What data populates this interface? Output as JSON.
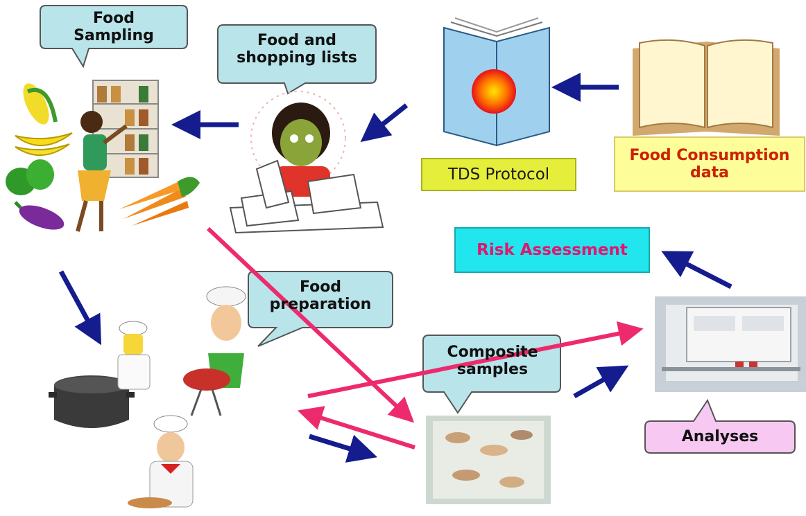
{
  "labels": {
    "food_sampling": [
      "Food",
      "Sampling"
    ],
    "shopping_lists": [
      "Food and",
      "shopping lists"
    ],
    "tds_protocol": "TDS Protocol",
    "food_consumption": [
      "Food Consumption",
      "data"
    ],
    "risk_assessment": "Risk Assessment",
    "food_preparation": [
      "Food",
      "preparation"
    ],
    "composite_samples": [
      "Composite",
      "samples"
    ],
    "analyses": "Analyses"
  },
  "colors": {
    "bubble_fill": "#b8e4ea",
    "bubble_stroke": "#555555",
    "analyses_fill": "#f6c8f2",
    "arrow_blue": "#141c8e",
    "arrow_pink": "#ee2a6e",
    "tds_fill": "#e6ee3c",
    "consumption_fill": "#fdfd9a",
    "consumption_text": "#cc2200",
    "risk_fill": "#22e6ee",
    "risk_text": "#e21570"
  },
  "icons": [
    "vegetables-icon",
    "shopper-woman-icon",
    "stressed-woman-papers-icon",
    "tds-book-icon",
    "open-book-icon",
    "lab-equipment-photo",
    "cooking-pot-icon",
    "chef-icon",
    "grill-cook-icon",
    "composite-samples-photo"
  ]
}
